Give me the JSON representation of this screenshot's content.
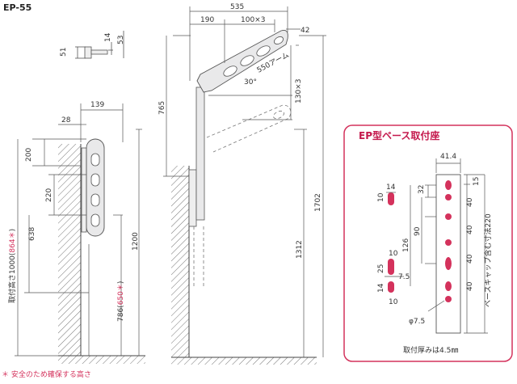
{
  "title": "EP-55",
  "footnote": "＊ 安全のため確保する高さ",
  "colors": {
    "accent": "#d4325c",
    "line": "#555555",
    "hatch": "#666666",
    "arm": "#e9e9ea"
  },
  "top_detail": {
    "d51": "51",
    "d14": "14",
    "d53": "53"
  },
  "front_view": {
    "d139": "139",
    "d28": "28",
    "d200": "200",
    "d220": "220",
    "d638": "638",
    "d1200": "1200",
    "mount_label_pre": "取付高さ1000(",
    "mount_label_red": "864＊",
    "mount_label_post": ")",
    "h786_pre": "786(",
    "h786_red": "650＊",
    "h786_post": ")"
  },
  "side_view": {
    "d535": "535",
    "d190": "190",
    "d100x3": "100×3",
    "d42": "42",
    "arm_label": "550アーム",
    "angle": "30°",
    "d130x3": "130×3",
    "d765": "765",
    "d1702": "1702",
    "d1312": "1312"
  },
  "base_box": {
    "title": "EP型ベース取付座",
    "w414": "41.4",
    "d15": "15",
    "d32": "32",
    "d40a": "40",
    "d40b": "40",
    "d40c": "40",
    "d40d": "40",
    "d90": "90",
    "d126": "126",
    "cap_label": "ベースキャップ含む寸法220",
    "h10": "10",
    "h14": "14",
    "m10": "10",
    "m25": "25",
    "m75": "7.5",
    "b14": "14",
    "b10": "10",
    "phi": "φ7.5",
    "thickness": "取付厚みは4.5㎜"
  }
}
